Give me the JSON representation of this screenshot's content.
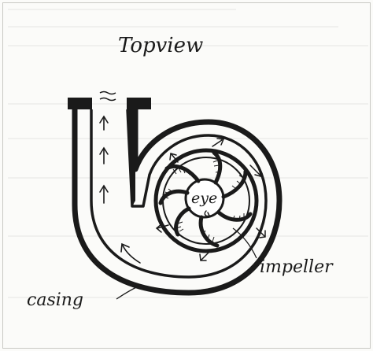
{
  "diagram": {
    "title": "Topview",
    "labels": {
      "eye": "eye",
      "impeller": "impeller",
      "casing": "casing"
    },
    "colors": {
      "ink": "#1a1a1a",
      "paper": "#fbfbf9",
      "frame": "#c9c9c4"
    }
  }
}
